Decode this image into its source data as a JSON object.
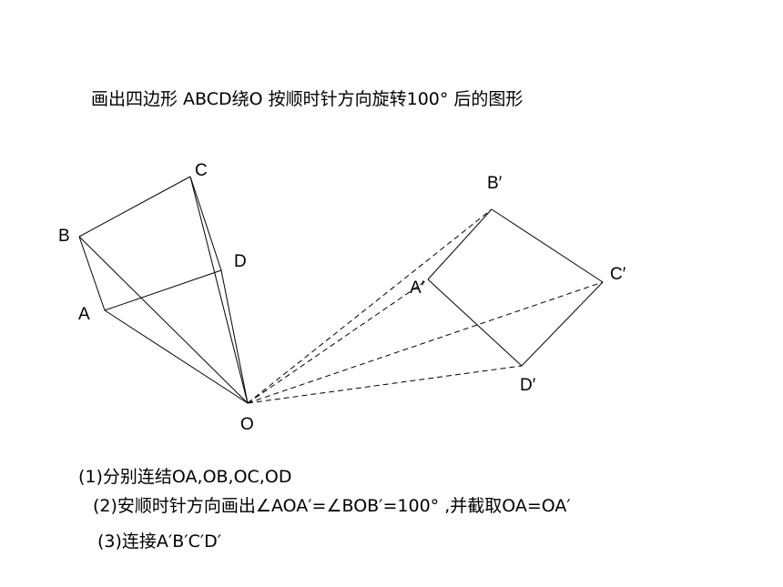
{
  "title": "画出四边形  ABCD绕O 按顺时针方向旋转100°  后的图形",
  "labels": {
    "A": "A",
    "B": "B",
    "C": "C",
    "D": "D",
    "O": "O",
    "A2": "A′",
    "B2": "B′",
    "C2": "C′",
    "D2": "D′"
  },
  "steps": {
    "step1": "(1)分别连结OA,OB,OC,OD",
    "step2": "(2)安顺时针方向画出∠AOA′=∠BOB′=100°  ,并截取OA=OA′",
    "step3": "(3)连接A′B′C′D′"
  }
}
